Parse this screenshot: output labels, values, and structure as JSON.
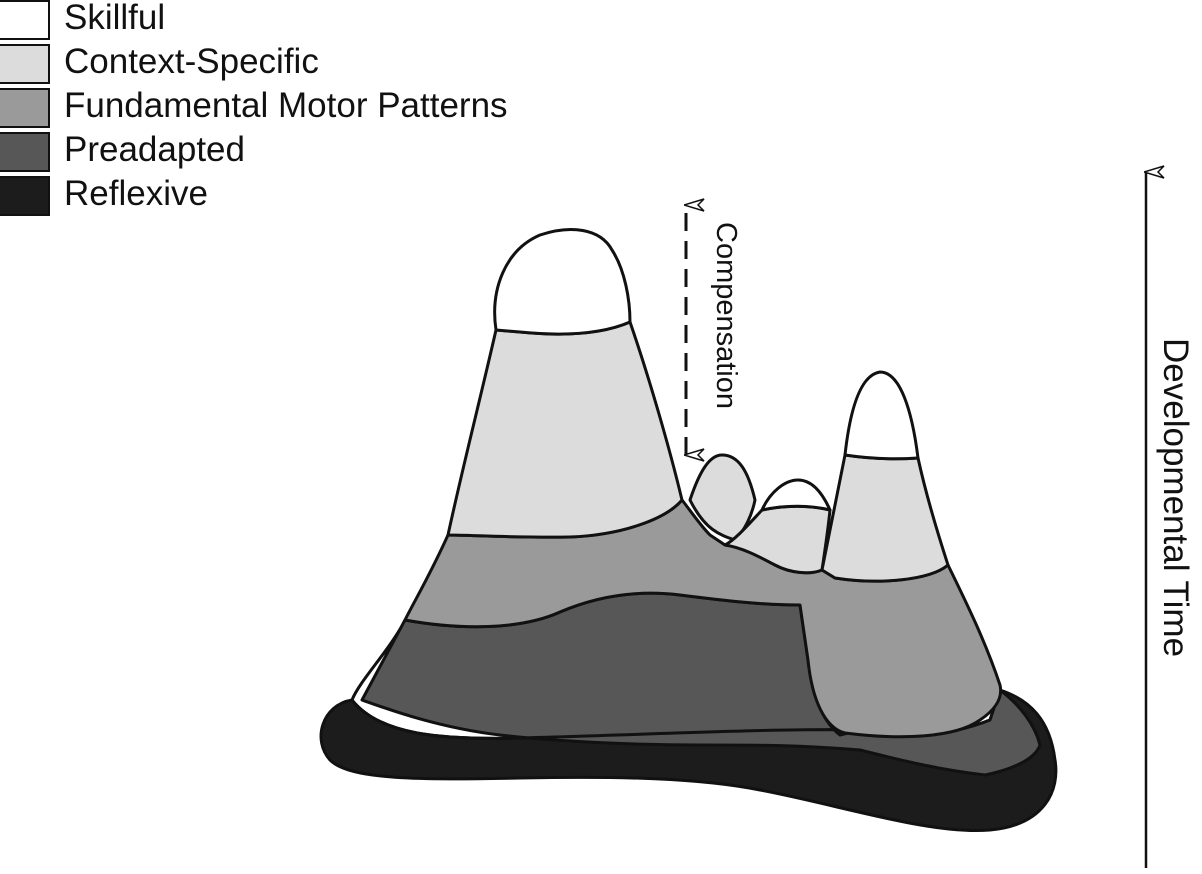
{
  "legend": {
    "items": [
      {
        "label": "Skillful",
        "color": "#ffffff"
      },
      {
        "label": "Context-Specific",
        "color": "#dcdcdc"
      },
      {
        "label": "Fundamental Motor Patterns",
        "color": "#9a9a9a"
      },
      {
        "label": "Preadapted",
        "color": "#575757"
      },
      {
        "label": "Reflexive",
        "color": "#1c1c1c"
      }
    ]
  },
  "annotations": {
    "compensation": "Compensation",
    "developmental_time": "Developmental Time"
  }
}
